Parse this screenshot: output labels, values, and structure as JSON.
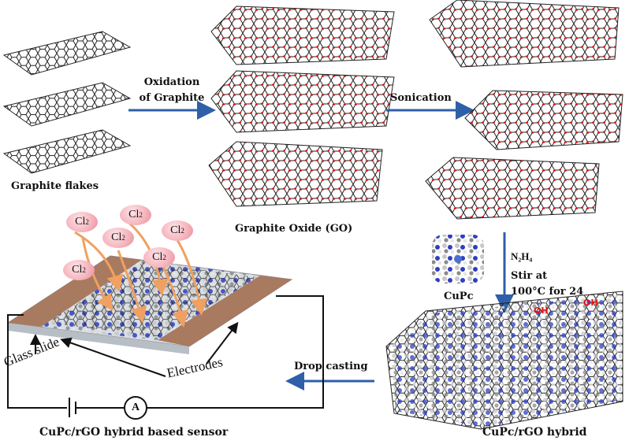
{
  "steps": {
    "graphite_flakes": "Graphite flakes",
    "oxidation_line1": "Oxidation",
    "oxidation_line2": "of Graphite",
    "graphite_oxide": "Graphite Oxide (GO)",
    "sonication": "Sonication",
    "n2h4": "N₂H₄",
    "stir_line1": "Stir at",
    "stir_line2": "100°C for 24",
    "cupc": "CuPc",
    "drop_casting": "Drop casting",
    "hybrid": "CuPc/rGO hybrid",
    "sensor": "CuPc/rGO hybrid based sensor"
  },
  "sensor_labels": {
    "glass_slide": "Glass slide",
    "electrodes": "Electrodes",
    "ammeter": "A"
  },
  "gas": {
    "molecule": "Cl",
    "subscript": "2"
  },
  "colors": {
    "arrow": "#2f5fa8",
    "oxygen": "#e01010",
    "electrode": "#a87a60",
    "gas_arrow": "#f0a060",
    "bubble": "#f4b3bd"
  }
}
